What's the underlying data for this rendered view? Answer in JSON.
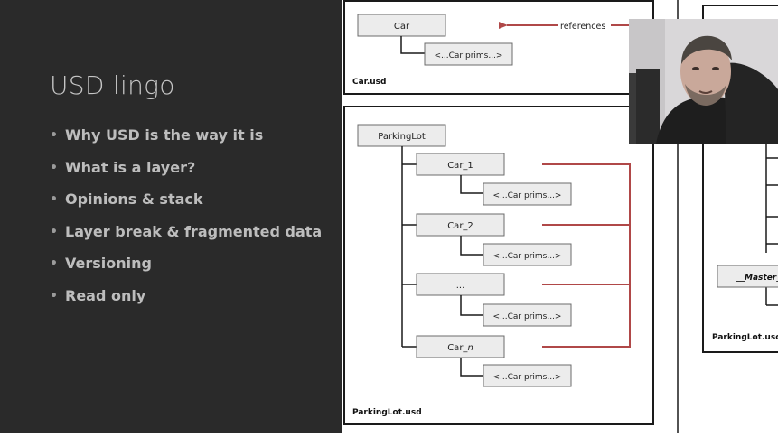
{
  "slide": {
    "title": "USD lingo",
    "bullets": [
      "Why USD is the way it is",
      "What is a layer?",
      "Opinions & stack",
      "Layer break & fragmented data",
      "Versioning",
      "Read only"
    ]
  },
  "diagram": {
    "car_file": {
      "label": "Car.usd",
      "root": "Car",
      "child": "<...Car prims...>",
      "arrow_label": "references"
    },
    "parking_file": {
      "label": "ParkingLot.usd",
      "root": "ParkingLot",
      "cars": [
        {
          "name": "Car_1",
          "prims": "<...Car prims...>"
        },
        {
          "name": "Car_2",
          "prims": "<...Car prims...>"
        },
        {
          "name": "...",
          "prims": "<...Car prims...>"
        },
        {
          "name_prefix": "Car_",
          "name_suffix": "n",
          "prims": "<...Car prims...>"
        }
      ]
    },
    "right_file": {
      "label": "ParkingLot.usc",
      "master_label": "__Master_"
    },
    "colors": {
      "reference_line": "#b04848",
      "box_fill": "#ececec",
      "box_stroke": "#6b6b6b"
    }
  },
  "webcam": {
    "icon": "presenter-video-icon"
  }
}
